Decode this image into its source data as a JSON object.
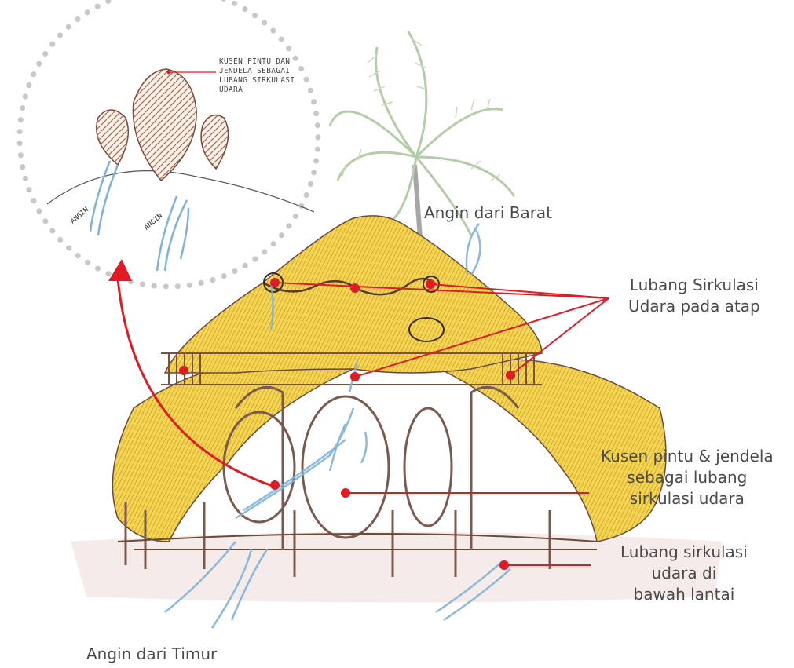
{
  "inset": {
    "note": [
      "KUSEN PINTU DAN",
      "JENDELA SEBAGAI",
      "LUBANG SIRKULASI",
      "UDARA"
    ],
    "wind_label_left": "ANGIN",
    "wind_label_right": "ANGIN"
  },
  "labels": {
    "wind_west": "Angin dari Barat",
    "wind_east": "Angin dari Timur",
    "roof_vents": [
      "Lubang Sirkulasi",
      "Udara pada atap"
    ],
    "frames": [
      "Kusen pintu & jendela",
      "sebagai lubang",
      "sirkulasi udara"
    ],
    "floor_vents": [
      "Lubang sirkulasi",
      "udara di",
      "bawah lantai"
    ]
  },
  "colors": {
    "thatch": "#f1d24a",
    "thatch_dark": "#d9a92a",
    "wood": "#a0624a",
    "wind": "#7fb3d8",
    "callout": "#e01b24",
    "palm": "#a9c49a",
    "text": "#4a4a4a"
  }
}
